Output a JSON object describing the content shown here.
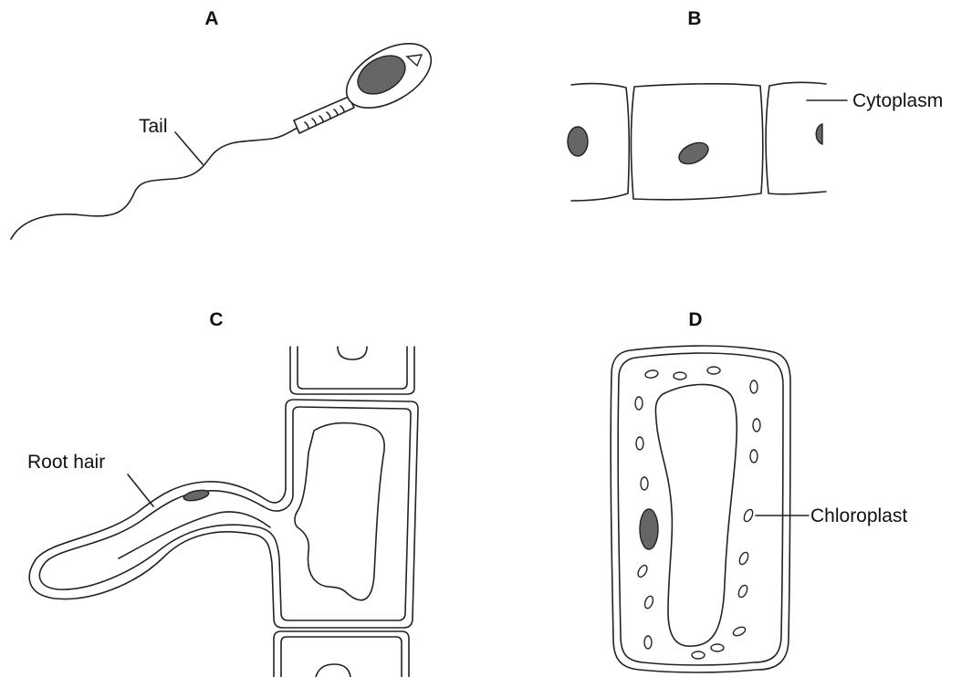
{
  "panels": {
    "a": {
      "letter": "A",
      "labels": {
        "tail": "Tail"
      }
    },
    "b": {
      "letter": "B",
      "labels": {
        "cytoplasm": "Cytoplasm"
      }
    },
    "c": {
      "letter": "C",
      "labels": {
        "root_hair": "Root hair"
      }
    },
    "d": {
      "letter": "D",
      "labels": {
        "chloroplast": "Chloroplast"
      }
    }
  },
  "colors": {
    "outline": "#222222",
    "nucleus": "#666666",
    "background": "#ffffff"
  }
}
